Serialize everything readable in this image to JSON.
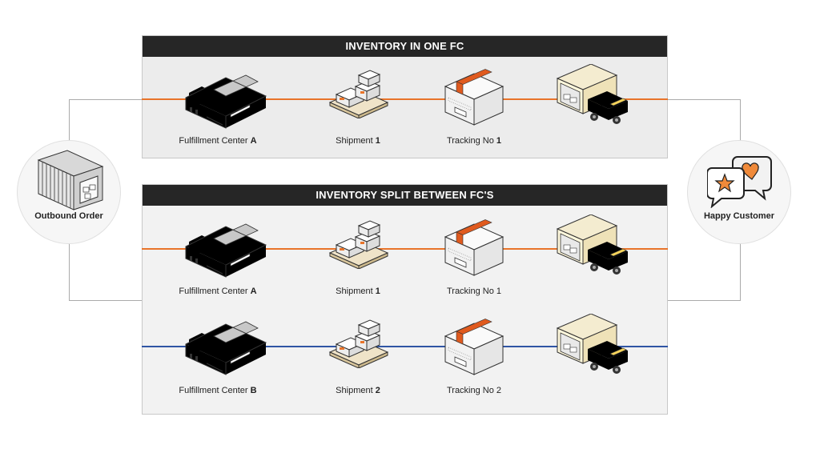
{
  "colors": {
    "orange": "#e8742a",
    "blue": "#2f55a4",
    "header_bg": "#262626",
    "panel_bg": "#ececec",
    "yellow": "#f5b800",
    "truck_orange": "#e05a1e",
    "truck_blue": "#2b4a8c",
    "building_blue": "#bfe3ea"
  },
  "panel_one": {
    "title": "INVENTORY IN ONE FC",
    "row": {
      "fc_label": "Fulfillment Center ",
      "fc_letter": "A",
      "shipment_label": "Shipment ",
      "shipment_num": "1",
      "tracking_label": "Tracking No ",
      "tracking_num": "1"
    }
  },
  "panel_split": {
    "title": "INVENTORY SPLIT BETWEEN FC'S",
    "rows": [
      {
        "fc_label": "Fulfillment Center ",
        "fc_letter": "A",
        "shipment_label": "Shipment ",
        "shipment_num": "1",
        "tracking": "Tracking No 1"
      },
      {
        "fc_label": "Fulfillment Center ",
        "fc_letter": "B",
        "shipment_label": "Shipment ",
        "shipment_num": "2",
        "tracking": "Tracking No 2"
      }
    ]
  },
  "outbound": {
    "label": "Outbound Order",
    "icon": "shipping-container-icon"
  },
  "customer": {
    "label": "Happy Customer",
    "icon": "speech-bubbles-icon"
  }
}
